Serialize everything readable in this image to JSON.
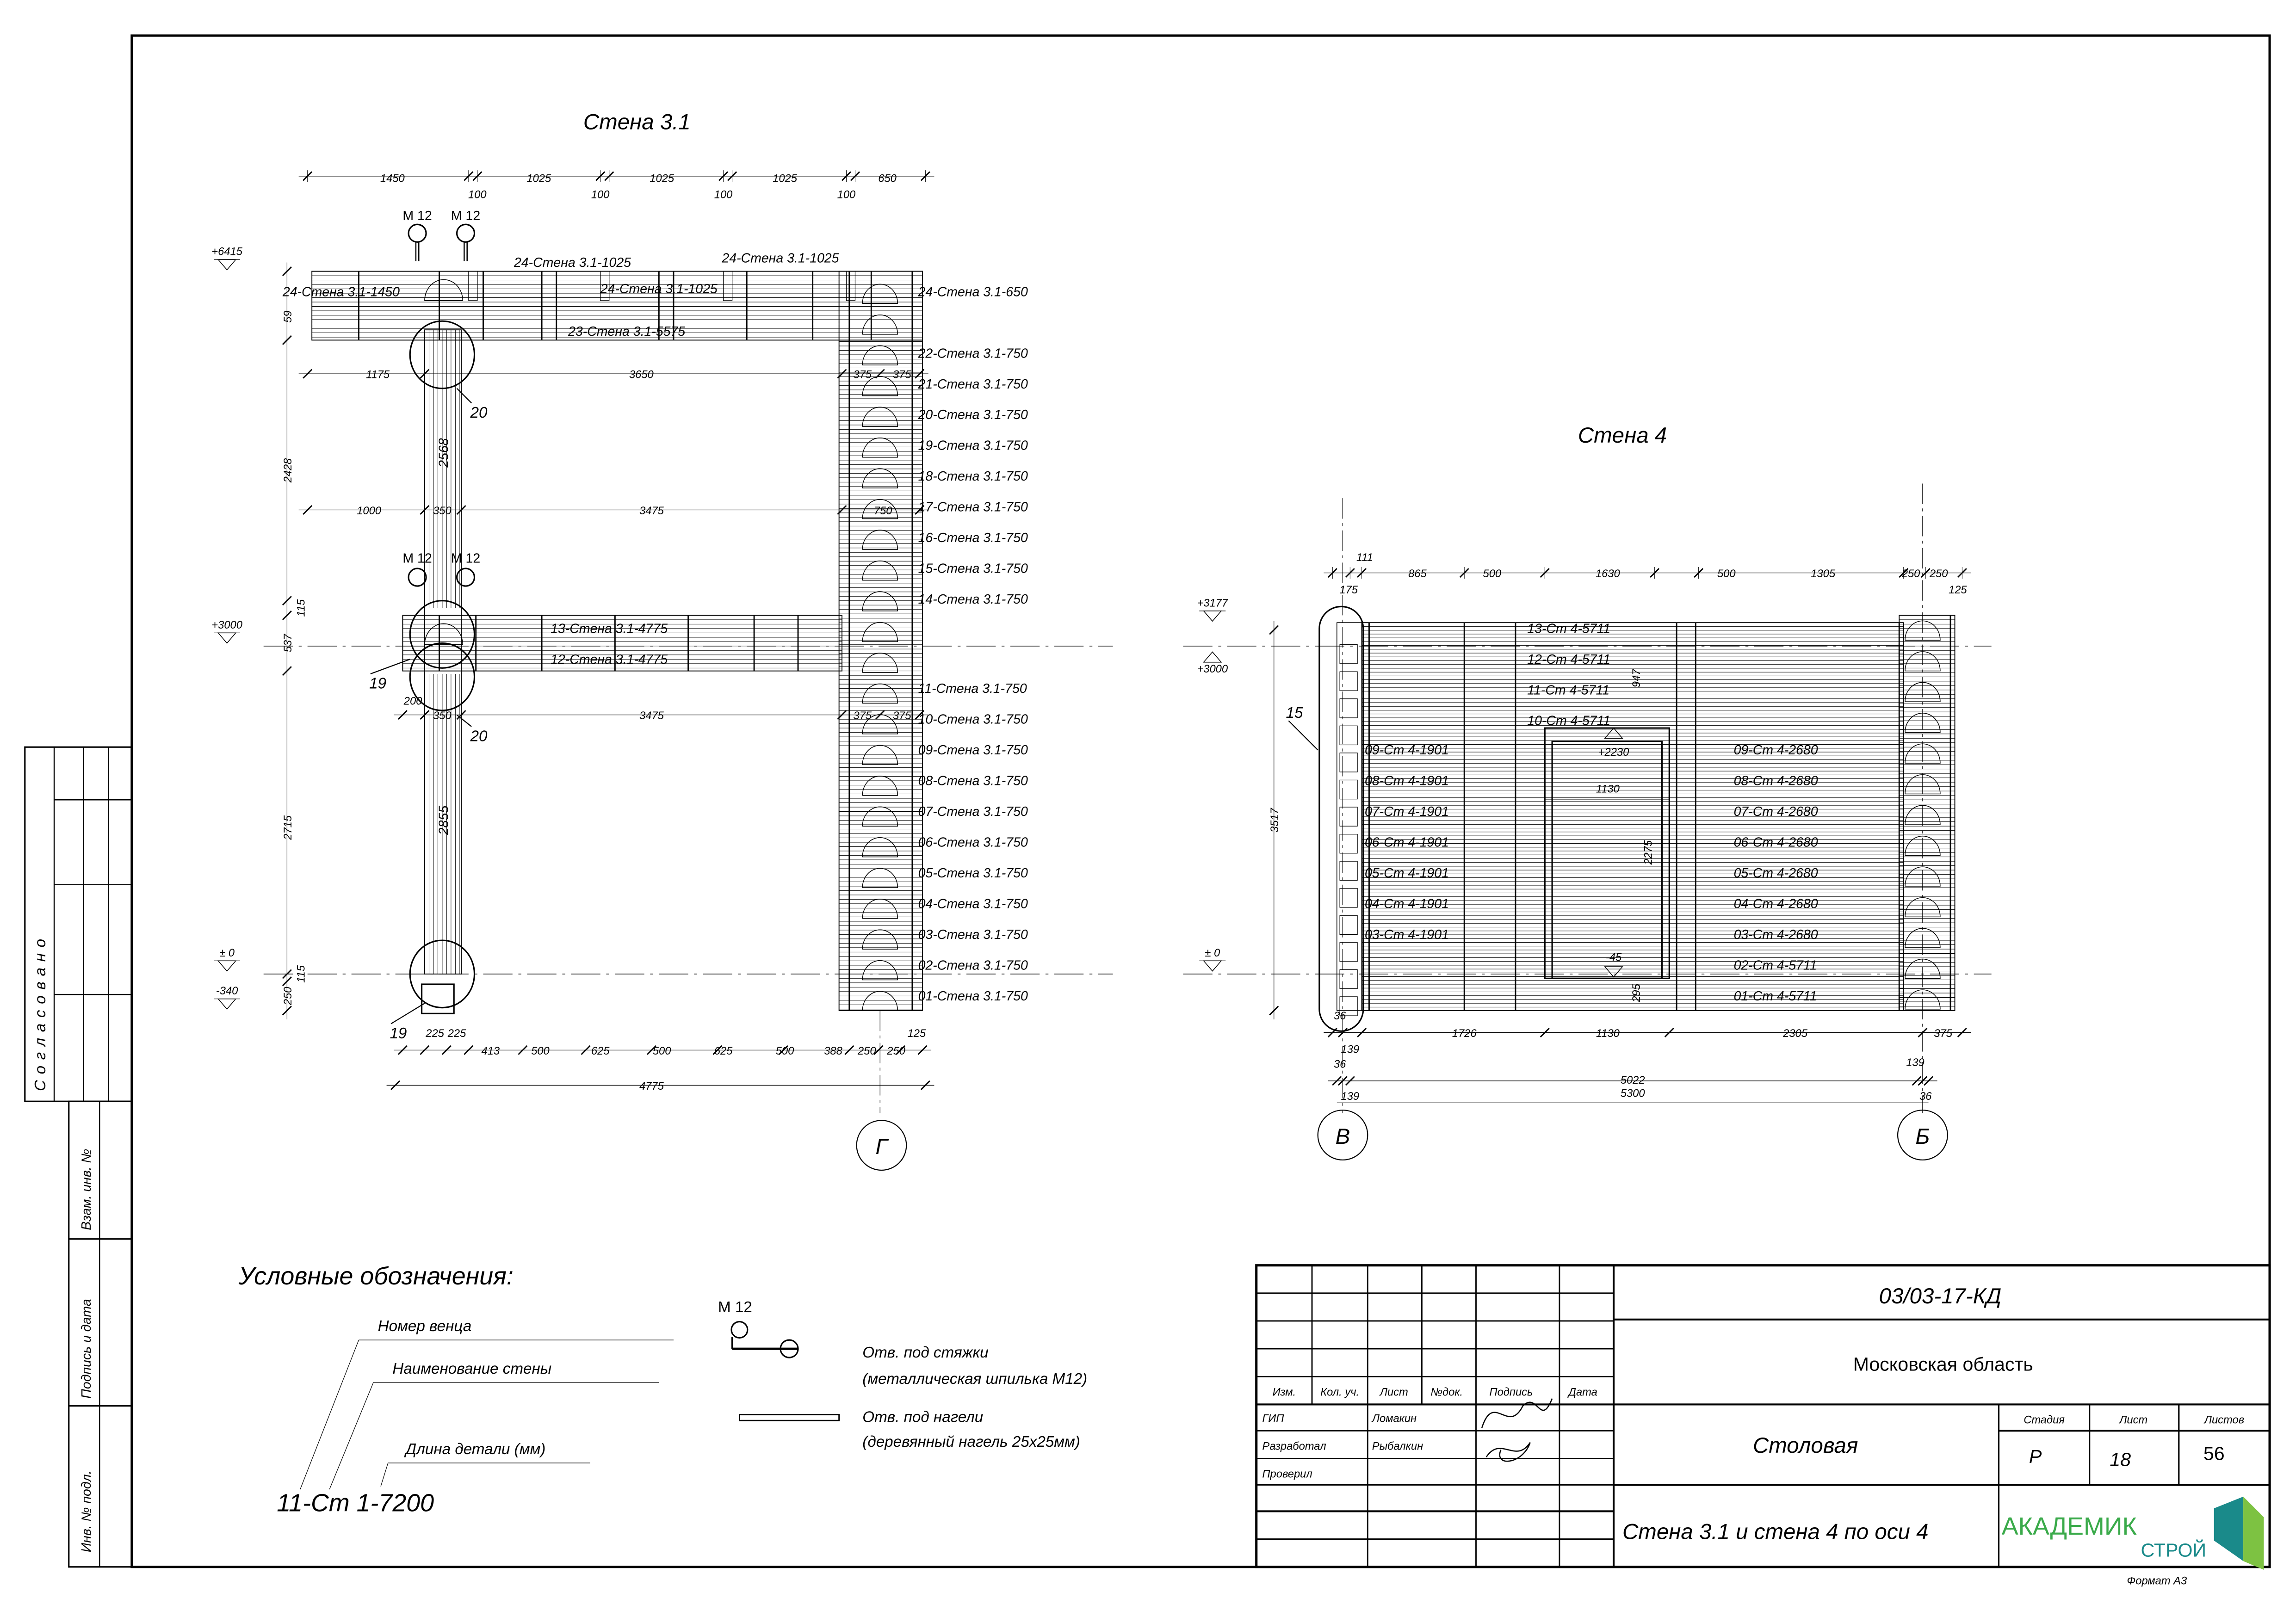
{
  "stena31": {
    "title": "Стена 3.1",
    "top_dims": [
      "1450",
      "1025",
      "1025",
      "1025",
      "650"
    ],
    "top_gaps": [
      "100",
      "100",
      "100",
      "100"
    ],
    "bolt_label": "M 12",
    "top_logs": [
      "24-Стена 3.1-1450",
      "24-Стена 3.1-1025",
      "24-Стена 3.1-1025",
      "24-Стена 3.1-1025",
      "23-Стена 3.1-5575",
      "24-Стена 3.1-650"
    ],
    "right_logs_upper": [
      "22-Стена 3.1-750",
      "21-Стена 3.1-750",
      "20-Стена 3.1-750",
      "19-Стена 3.1-750",
      "18-Стена 3.1-750",
      "17-Стена 3.1-750",
      "16-Стена 3.1-750",
      "15-Стена 3.1-750",
      "14-Стена 3.1-750"
    ],
    "mid_logs": [
      "13-Стена 3.1-4775",
      "12-Стена 3.1-4775"
    ],
    "right_logs_lower": [
      "11-Стена 3.1-750",
      "10-Стена 3.1-750",
      "09-Стена 3.1-750",
      "08-Стена 3.1-750",
      "07-Стена 3.1-750",
      "06-Стена 3.1-750",
      "05-Стена 3.1-750",
      "04-Стена 3.1-750",
      "03-Стена 3.1-750",
      "02-Стена 3.1-750",
      "01-Стена 3.1-750"
    ],
    "dims_row1": [
      "1175",
      "3650",
      "375",
      "375"
    ],
    "dims_row2": [
      "1000",
      "350",
      "3475",
      "750"
    ],
    "dims_row3": [
      "200",
      "350",
      "3475",
      "375",
      "375"
    ],
    "dims_bottom": [
      "225",
      "225",
      "413",
      "500",
      "625",
      "500",
      "625",
      "500",
      "388",
      "250",
      "250"
    ],
    "dim_125": "125",
    "dim_total": "4775",
    "vert_dims": [
      "59",
      "2428",
      "115",
      "537",
      "2715",
      "115",
      "250"
    ],
    "post_lengths": [
      "2568",
      "2855"
    ],
    "levels": [
      "+6415",
      "+3000",
      "± 0",
      "-340"
    ],
    "callouts": [
      "20",
      "19",
      "20",
      "19"
    ],
    "axis": "Г"
  },
  "stena4": {
    "title": "Стена 4",
    "top_dims": [
      "111",
      "865",
      "500",
      "1630",
      "500",
      "1305",
      "250",
      "250"
    ],
    "top_dims_small": [
      "175",
      "125"
    ],
    "mid_logs": [
      "13-Ст 4-5711",
      "12-Ст 4-5711",
      "11-Ст 4-5711",
      "10-Ст 4-5711"
    ],
    "left_logs": [
      "09-Ст 4-1901",
      "08-Ст 4-1901",
      "07-Ст 4-1901",
      "06-Ст 4-1901",
      "05-Ст 4-1901",
      "04-Ст 4-1901",
      "03-Ст 4-1901"
    ],
    "right_logs": [
      "09-Ст 4-2680",
      "08-Ст 4-2680",
      "07-Ст 4-2680",
      "06-Ст 4-2680",
      "05-Ст 4-2680",
      "04-Ст 4-2680",
      "03-Ст 4-2680",
      "02-Ст 4-5711",
      "01-Ст 4-5711"
    ],
    "door_dims": [
      "947",
      "+2230",
      "1130",
      "2275",
      "-45",
      "295"
    ],
    "bottom_dims": [
      "1726",
      "1130",
      "2305",
      "375"
    ],
    "small_dims": [
      "36",
      "139",
      "36",
      "139",
      "139",
      "36"
    ],
    "total_dims": [
      "5022",
      "5300"
    ],
    "height": "3517",
    "levels": [
      "+3177",
      "+3000",
      "± 0"
    ],
    "callout": "15",
    "axes": [
      "В",
      "Б"
    ]
  },
  "legend": {
    "title": "Условные обозначения:",
    "labels": [
      "Номер венца",
      "Наименование стены",
      "Длина детали (мм)"
    ],
    "example": "11-Ст 1-7200",
    "bolt_label": "M 12",
    "bolt_desc": [
      "Отв. под стяжки",
      "(металлическая шпилька М12)"
    ],
    "dowel_desc": [
      "Отв. под нагели",
      "(деревянный нагель 25х25мм)"
    ]
  },
  "title_block": {
    "code": "03/03-17-КД",
    "region": "Московская область",
    "headers": [
      "Изм.",
      "Кол. уч.",
      "Лист",
      "№док.",
      "Подпись",
      "Дата"
    ],
    "roles": [
      "ГИП",
      "Разработал",
      "Проверил"
    ],
    "names": [
      "Ломакин",
      "Рыбалкин"
    ],
    "object": "Столовая",
    "stage_headers": [
      "Стадия",
      "Лист",
      "Листов"
    ],
    "stage_values": [
      "Р",
      "18",
      "56"
    ],
    "sheet_title": "Стена 3.1 и стена 4 по оси 4",
    "logo": [
      "АКАДЕМИК",
      "СТРОЙ"
    ],
    "format": "Формат А3",
    "logo_colors": [
      "#3aaa4a",
      "#1a8a8a",
      "#7dc242"
    ]
  },
  "stamp": [
    "Согласовано",
    "Взам. инв. №",
    "Подпись и дата",
    "Инв. № подл."
  ]
}
